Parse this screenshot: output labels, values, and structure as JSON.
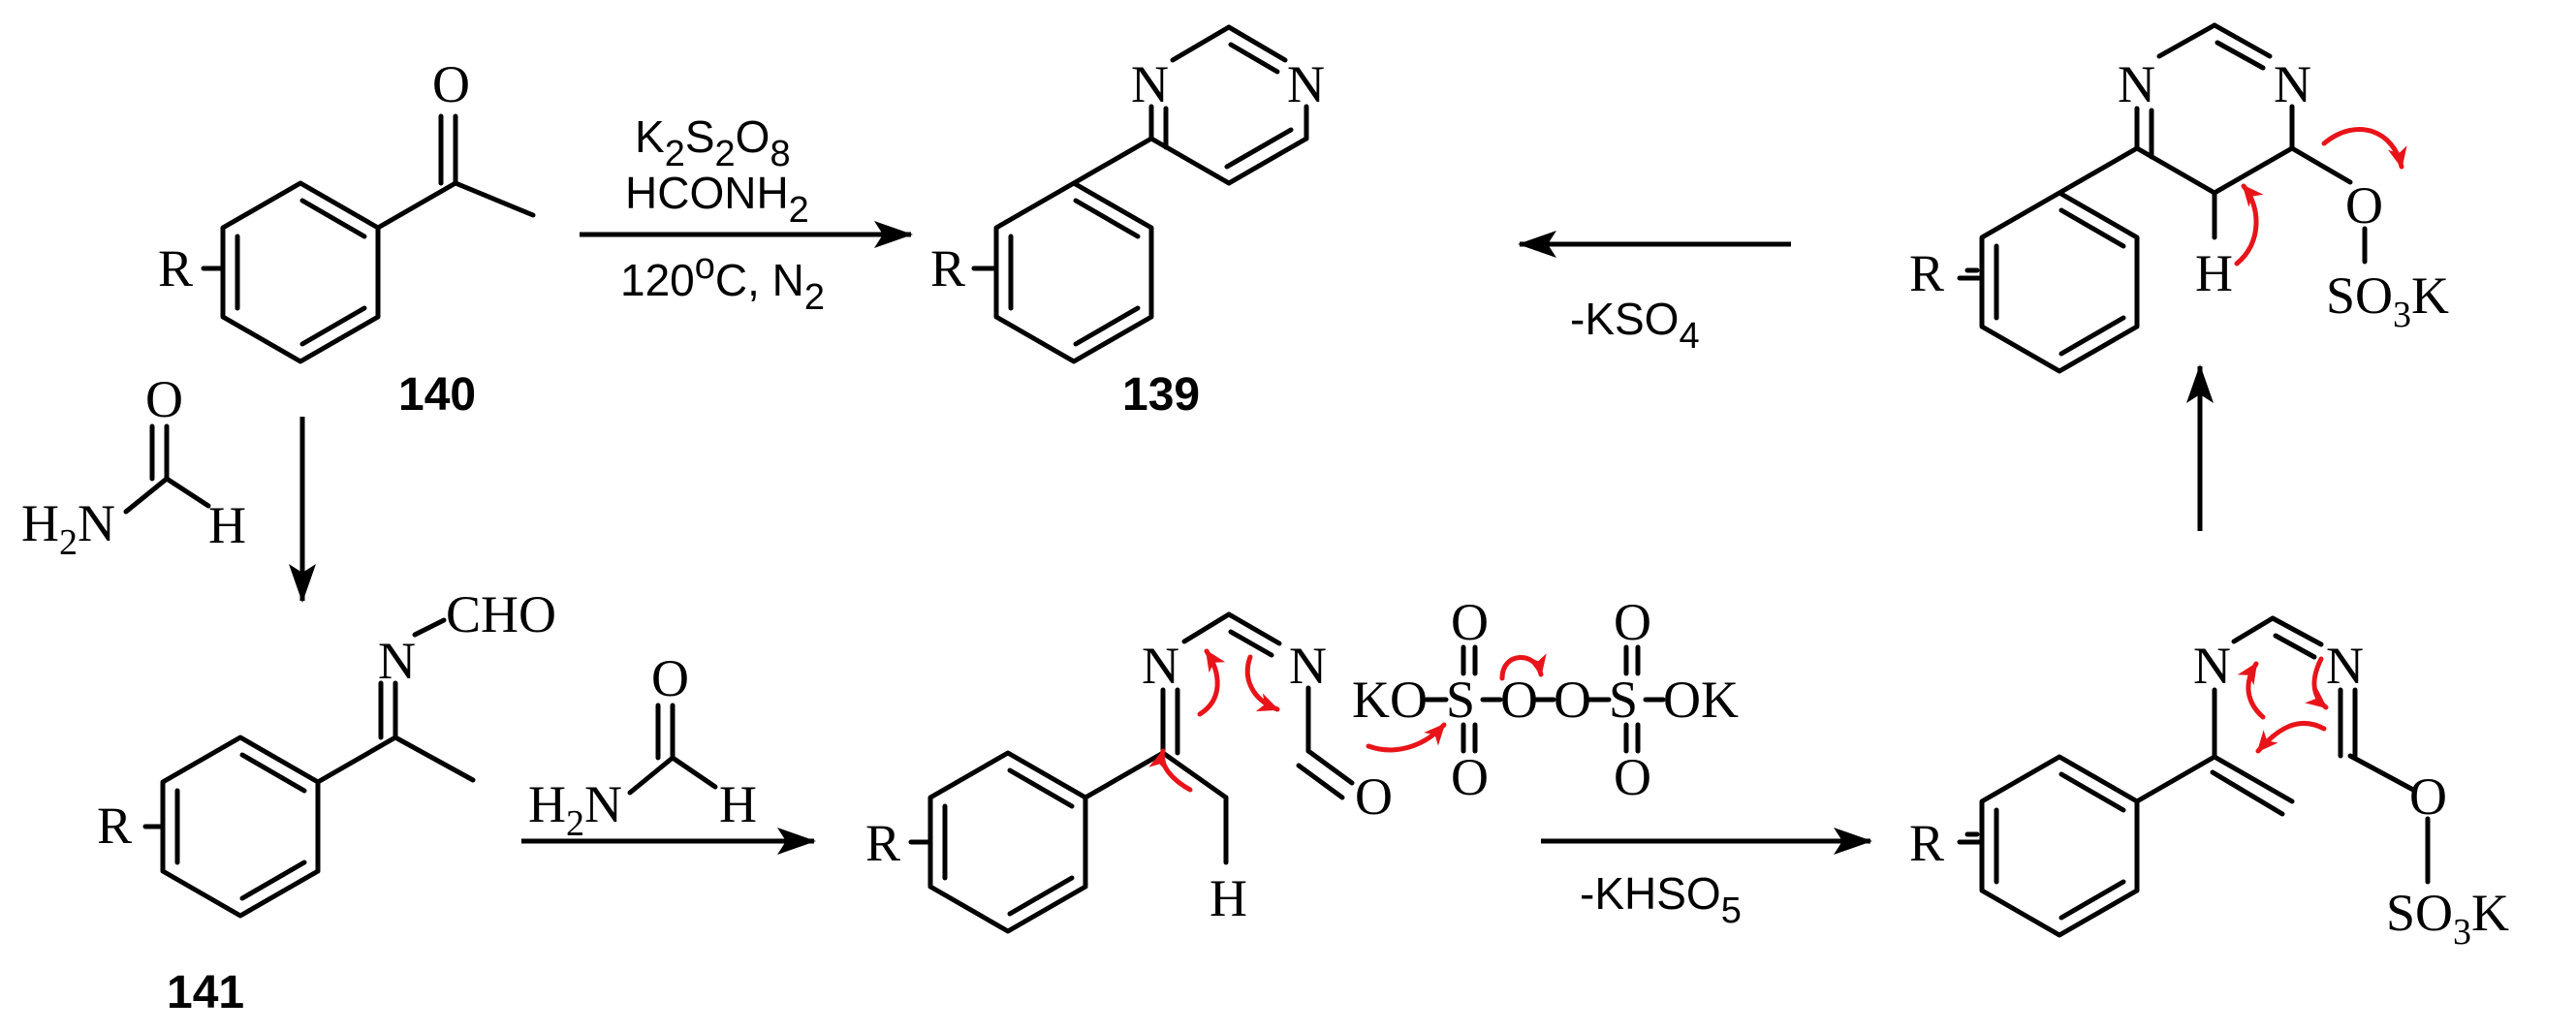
{
  "colors": {
    "ink": "#000000",
    "electron_arrow": "#e8141a"
  },
  "compounds": {
    "c140": {
      "number": "140",
      "R": "R",
      "O": "O"
    },
    "c139": {
      "number": "139",
      "R": "R",
      "N1": "N",
      "N2": "N"
    },
    "c141": {
      "number": "141",
      "R": "R",
      "N": "N",
      "CHO": "CHO"
    },
    "formamide_a": {
      "H2N_main": "H",
      "H2N_sub": "2",
      "H2N_end": "N",
      "O": "O",
      "H": "H"
    },
    "formamide_b": {
      "H2N_main": "H",
      "H2N_sub": "2",
      "H2N_end": "N",
      "O": "O",
      "H": "H"
    },
    "intermediate_a": {
      "R": "R",
      "N1": "N",
      "N2": "N",
      "O": "O",
      "H": "H"
    },
    "persulfate": {
      "KO": "KO",
      "S1": "S",
      "O_a": "O",
      "O_b": "O",
      "S2": "S",
      "OK": "OK",
      "O_top1": "O",
      "O_bot1": "O",
      "O_top2": "O",
      "O_bot2": "O"
    },
    "intermediate_b": {
      "R": "R",
      "N1": "N",
      "N2": "N",
      "O": "O",
      "SO3K_a": "SO",
      "SO3K_sub": "3",
      "SO3K_b": "K"
    },
    "intermediate_c": {
      "R": "R",
      "N1": "N",
      "N2": "N",
      "O": "O",
      "H": "H",
      "SO3K_a": "SO",
      "SO3K_sub": "3",
      "SO3K_b": "K"
    }
  },
  "conditions": {
    "line1_a": "K",
    "line1_sub1": "2",
    "line1_b": "S",
    "line1_sub2": "2",
    "line1_c": "O",
    "line1_sub3": "8",
    "line2_a": "HCONH",
    "line2_sub": "2",
    "line3_a": "120",
    "line3_sup": "o",
    "line3_b": "C, N",
    "line3_sub": "2"
  },
  "byproducts": {
    "kso4_a": "-KSO",
    "kso4_sub": "4",
    "khso5_a": "-KHSO",
    "khso5_sub": "5"
  }
}
